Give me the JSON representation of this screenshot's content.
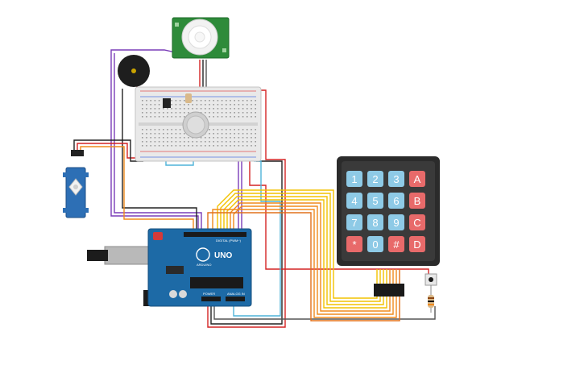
{
  "components": {
    "pir_sensor": {
      "name": "PIR motion sensor"
    },
    "buzzer": {
      "name": "Piezo buzzer"
    },
    "breadboard": {
      "name": "Breadboard"
    },
    "servo": {
      "name": "Micro servo"
    },
    "arduino": {
      "brand_label": "UNO",
      "logo_label": "ARDUINO",
      "digital_label": "DIGITAL (PWM~)",
      "power_label": "POWER",
      "analog_label": "ANALOG IN"
    },
    "keypad": {
      "keys": [
        [
          "1",
          "2",
          "3",
          "A"
        ],
        [
          "4",
          "5",
          "6",
          "B"
        ],
        [
          "7",
          "8",
          "9",
          "C"
        ],
        [
          "*",
          "0",
          "#",
          "D"
        ]
      ]
    },
    "pushbutton": {
      "name": "Pushbutton"
    },
    "resistor": {
      "name": "Resistor"
    }
  },
  "colors": {
    "number_key": "#8ecae6",
    "letter_key": "#e86a6a",
    "keypad_body": "#2b2b2b",
    "arduino_board": "#1d6aa6",
    "pir_board": "#2e8b3a",
    "wire_yellow": "#f2c200",
    "wire_orange": "#f08a1c",
    "wire_red": "#d42424",
    "wire_purple": "#7a3db8",
    "wire_cyan": "#4fb3d9",
    "wire_black": "#222222"
  }
}
